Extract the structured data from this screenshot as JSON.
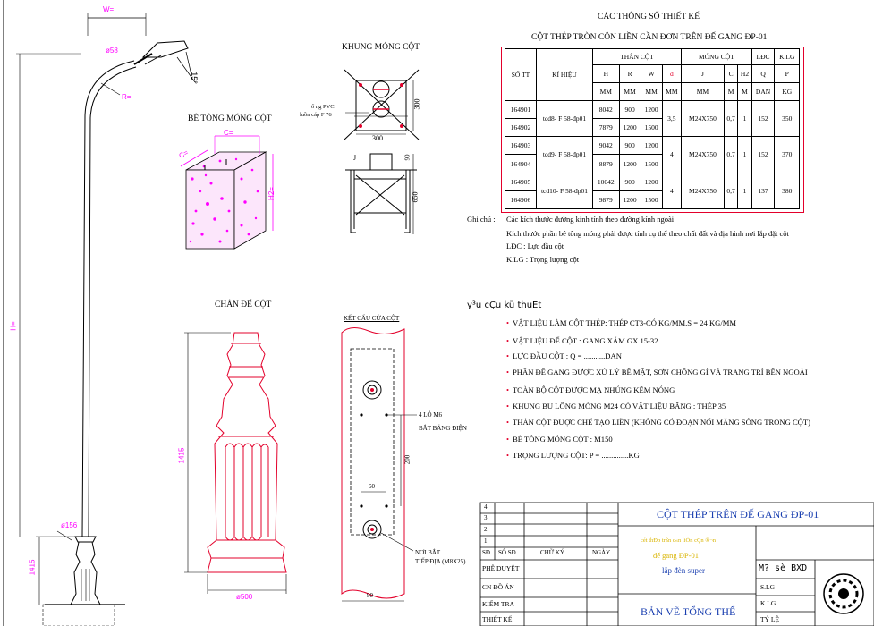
{
  "title": "CÁC THÔNG SỐ THIẾT KẾ",
  "subtitle": "CỘT THÉP TRÒN CÔN LIỀN CẦN ĐƠN TRÊN ĐẾ GANG ĐP-01",
  "pole": {
    "w_label": "W=",
    "diam58": "ø58",
    "angle": "15°",
    "r_label": "R=",
    "h_label": "H=",
    "diam156": "ø156",
    "h1415": "1415"
  },
  "foundation": {
    "title": "BÊ TÔNG MÓNG CỘT",
    "c_label": "C=",
    "c2_label": "C=",
    "h2_label": "H2="
  },
  "frame": {
    "title": "KHUNG MÓNG CỘT",
    "pipe_note_1": "ố ng PVC",
    "pipe_note_2": "luồn cáp   F 76",
    "dim300v": "300",
    "dim300h": "300",
    "dim90": "90",
    "dim650": "650",
    "j_label": "J"
  },
  "base": {
    "title": "CHÂN ĐẾ CỘT",
    "dim1415": "1415",
    "dim500": "ø500"
  },
  "door": {
    "title": "KẾT CẤU CỬA CỘT",
    "holes_1": "4 LỖ M6",
    "holes_2": "BẮT BẢNG ĐIỆN",
    "dim200": "200",
    "dim60": "60",
    "dim90": "90",
    "ground_1": "NƠI BẮT",
    "ground_2": "TIẾP ĐỊA  (M8X25)"
  },
  "table": {
    "h_stt": "SỐ TT",
    "h_kh": "KÍ HIỆU",
    "h_than": "THÂN CỘT",
    "h_mong": "MÓNG CỘT",
    "h_ldc": "LĐC",
    "h_klg": "K.LG",
    "sub": [
      "H",
      "R",
      "W",
      "d",
      "J",
      "C",
      "H2",
      "Q",
      "P"
    ],
    "units": [
      "MM",
      "MM",
      "MM",
      "MM",
      "MM",
      "M",
      "M",
      "DAN",
      "KG"
    ],
    "rows": [
      {
        "stt": [
          "164901",
          "164902"
        ],
        "kh": "tcd8-  F 58-đp01",
        "H": [
          "8042",
          "7879"
        ],
        "R": [
          "900",
          "1200"
        ],
        "W": [
          "1200",
          "1500"
        ],
        "d": "3,5",
        "J": "M24X750",
        "C": "0,7",
        "H2": "1",
        "Q": "152",
        "P": "350"
      },
      {
        "stt": [
          "164903",
          "164904"
        ],
        "kh": "tcd9-  F 58-đp01",
        "H": [
          "9042",
          "8879"
        ],
        "R": [
          "900",
          "1200"
        ],
        "W": [
          "1200",
          "1500"
        ],
        "d": "4",
        "J": "M24X750",
        "C": "0,7",
        "H2": "1",
        "Q": "152",
        "P": "370"
      },
      {
        "stt": [
          "164905",
          "164906"
        ],
        "kh": "tcd10-  F 58-đp01",
        "H": [
          "10042",
          "9879"
        ],
        "R": [
          "900",
          "1200"
        ],
        "W": [
          "1200",
          "1500"
        ],
        "d": "4",
        "J": "M24X750",
        "C": "0,7",
        "H2": "1",
        "Q": "137",
        "P": "380"
      }
    ]
  },
  "notes": {
    "label": "Ghi chú :",
    "n1": "Các kích thước đường kính tính theo đường kính ngoài",
    "n2": "Kích thước phần bê tông móng phải được tính cụ thể theo chất đất và địa hình nơi lắp đặt cột",
    "n3": "LĐC : Lực đầu cột",
    "n4": "K.LG : Trọng lượng cột"
  },
  "requirements": {
    "title": "y³u cÇu kü thuËt",
    "items": [
      "VẬT LIỆU LÀM CỘT THÉP: THÉP CT3-CÓ KG/MM.S  = 24 KG/MM",
      "VẬT LIỆU ĐẾ CỘT : GANG XÁM  GX 15-32",
      "LỰC ĐẦU CỘT : Q = ...........DAN",
      "PHẦN ĐẾ GANG ĐƯỢC XỬ LÝ BỀ MẶT, SƠN CHỐNG GỈ VÀ TRANG TRÍ BÊN NGOÀI",
      "TOÀN BỘ CỘT ĐƯỢC MẠ NHÚNG KẼM NÓNG",
      "KHUNG BU LÔNG MÓNG M24 CÓ VẬT LIỆU BẰNG   : THÉP 35",
      "THÂN CỘT ĐƯỢC CHẾ TẠO LIỀN (KHÔNG CÓ ĐOẠN NỐI MĂNG SÔNG TRONG CỘT)",
      "BÊ TÔNG MÓNG CỘT : M150",
      "TRỌNG LƯỢNG CỘT:  P = ..............KG"
    ]
  },
  "titleblock": {
    "rows": [
      "4",
      "3",
      "2",
      "1"
    ],
    "sd": "SĐ",
    "so_sd": "SỐ SĐ",
    "chu_ky": "CHỮ KÝ",
    "ngay": "NGÀY",
    "phe_duyet": "PHÊ DUYỆT",
    "cn_do_an": "CN ĐỒ ÁN",
    "kiem_tra": "KIỂM TRA",
    "thiet_ke": "THIẾT KẾ",
    "main_title": "CỘT THÉP TRÊN ĐẾ GANG ĐP-01",
    "faint_1": "cét thÐp trßn c«n liÒn cÇn ®¬n",
    "faint_2": "đế gang ĐP-01",
    "lamp": "lắp đèn super",
    "code": "M? sè BXD",
    "slg": "S.LG",
    "klg": "K.LG",
    "ty_le": "TỶ LỆ",
    "ban_ve": "BẢN VẼ TỔNG THỂ"
  }
}
